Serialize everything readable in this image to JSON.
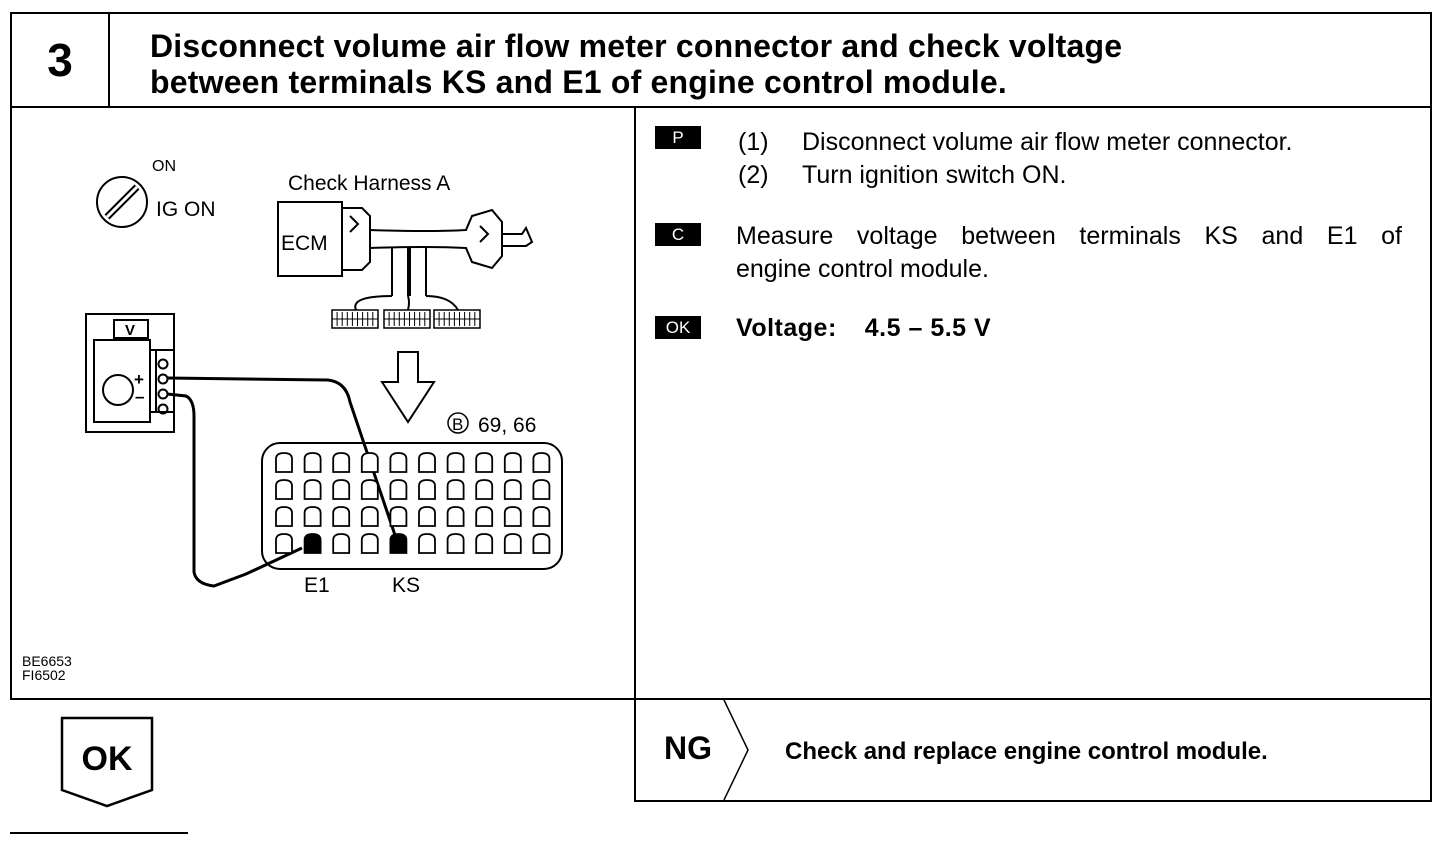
{
  "step": {
    "number": "3",
    "title_line1": "Disconnect volume air flow meter connector and check voltage",
    "title_line2": "between terminals KS and E1 of engine control module."
  },
  "figure": {
    "ignition_on_label": "ON",
    "ignition_label": "IG ON",
    "harness_label": "Check Harness A",
    "ecm_label": "ECM",
    "meter_label": "V",
    "plus_sign": "+",
    "minus_sign": "–",
    "connector_ref_symbol": "B",
    "connector_ref_pins": "69, 66",
    "terminal_e1": "E1",
    "terminal_ks": "KS",
    "figure_code_1": "BE6653",
    "figure_code_2": "FI6502"
  },
  "procedure": {
    "prep_tag": "P",
    "prep_steps": [
      {
        "num": "(1)",
        "text": "Disconnect volume air flow meter connector."
      },
      {
        "num": "(2)",
        "text": "Turn ignition switch ON."
      }
    ],
    "check_tag": "C",
    "check_line1": "Measure voltage between terminals KS and E1 of",
    "check_line2": "engine control module.",
    "ok_tag": "OK",
    "ok_spec_label": "Voltage:",
    "ok_spec_value": "4.5 – 5.5 V"
  },
  "outcomes": {
    "ok_label": "OK",
    "ng_label": "NG",
    "ng_action": "Check and replace engine control module."
  }
}
